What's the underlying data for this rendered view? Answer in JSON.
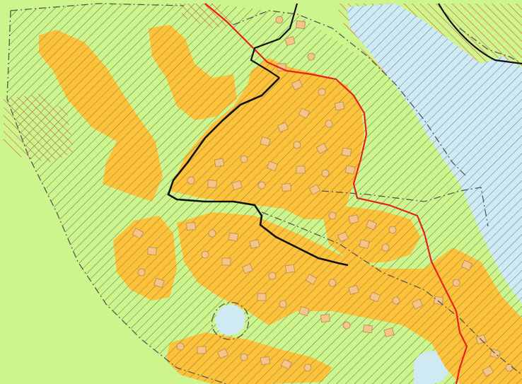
{
  "map": {
    "colors": {
      "background_land": "#cdf58d",
      "development_zone": "#fdc13a",
      "building": "#f7c488",
      "building_outline": "#b08a5a",
      "water": "#cfeaf3",
      "hatch_green": "#5a6e4a",
      "hatch_red": "#e0503a",
      "hatch_blue": "#4a7a9a",
      "boundary_dashed": "#555555",
      "road_red": "#e8201a",
      "path_black": "#111111"
    },
    "layers": [
      "background-land",
      "green-hatch-zones",
      "red-hatch-zones",
      "water-bodies",
      "development-zones",
      "building-footprints",
      "dashed-boundaries",
      "red-road",
      "black-paths"
    ]
  }
}
